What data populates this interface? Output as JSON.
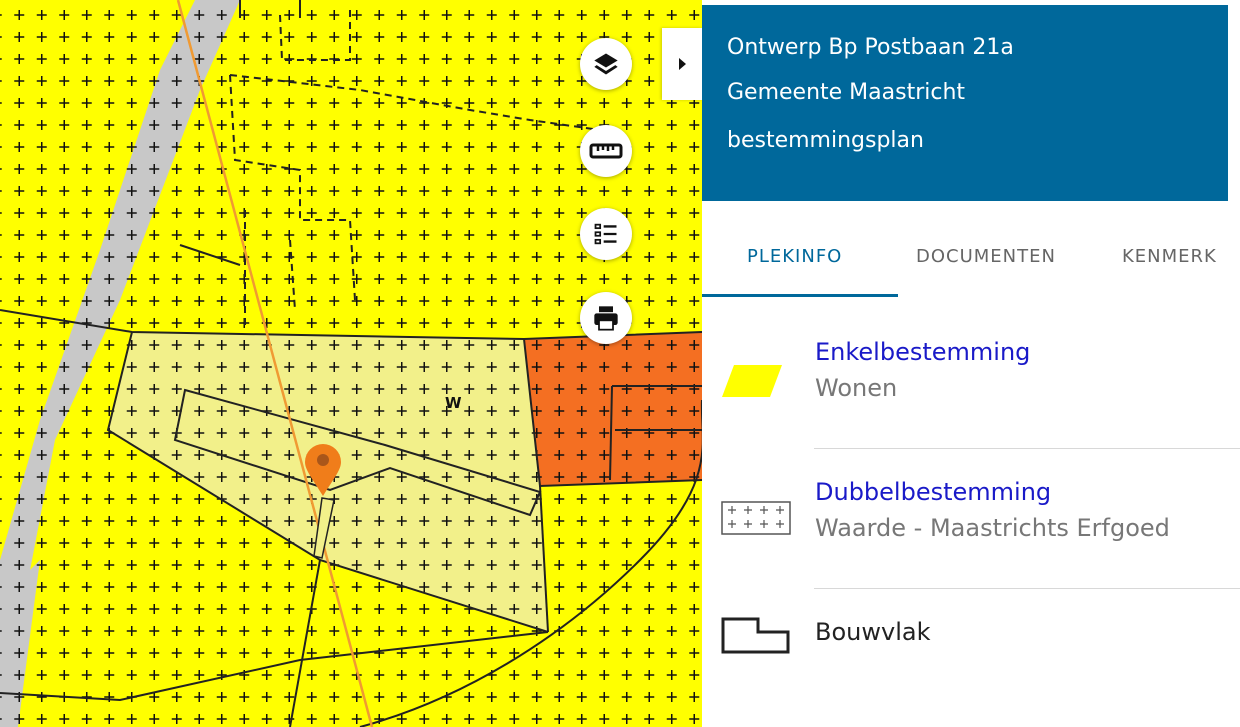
{
  "map": {
    "zone_label": "W",
    "colors": {
      "residential": "#ffff00",
      "commercial": "#f46f22",
      "road": "#c8c8c8",
      "marker": "#f07d1a",
      "highlight": "#f2f08a"
    },
    "controls": [
      {
        "name": "layers-button",
        "icon": "layers-icon"
      },
      {
        "name": "measure-button",
        "icon": "ruler-icon"
      },
      {
        "name": "legend-button",
        "icon": "list-icon"
      },
      {
        "name": "print-button",
        "icon": "printer-icon"
      }
    ],
    "panel_toggle_icon": "caret-right-icon"
  },
  "sidebar": {
    "header": {
      "line1": "Ontwerp Bp Postbaan 21a",
      "line2": "Gemeente Maastricht",
      "line3": "bestemmingsplan",
      "bg_color": "#00689b"
    },
    "tabs": [
      {
        "label": "PLEKINFO",
        "active": true
      },
      {
        "label": "DOCUMENTEN",
        "active": false
      },
      {
        "label": "KENMERK",
        "active": false
      }
    ],
    "legend": [
      {
        "title": "Enkelbestemming",
        "subtitle": "Wonen",
        "icon": "yellow-parallelogram-swatch"
      },
      {
        "title": "Dubbelbestemming",
        "subtitle": "Waarde - Maastrichts Erfgoed",
        "icon": "cross-hatch-swatch"
      },
      {
        "title": "Bouwvlak",
        "subtitle": "",
        "icon": "building-outline-swatch"
      }
    ]
  }
}
